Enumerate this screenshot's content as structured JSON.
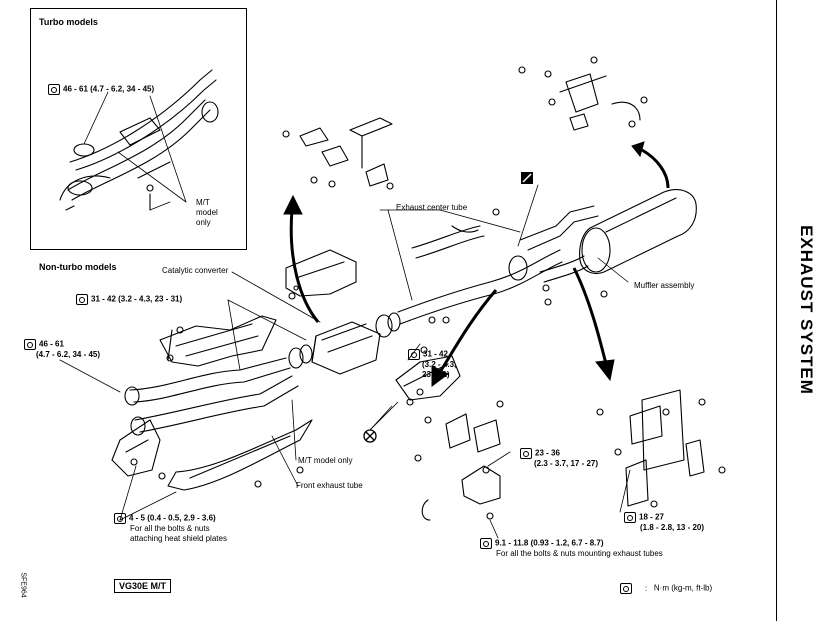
{
  "page_title": "EXHAUST SYSTEM",
  "page_code": "SFE964",
  "model_code": "VG30E M/T",
  "legend": {
    "unit": "N·m (kg-m, ft-lb)"
  },
  "turbo_box": {
    "title": "Turbo models",
    "torque": "46 - 61 (4.7 - 6.2, 34 - 45)",
    "note_line1": "M/T",
    "note_line2": "model",
    "note_line3": "only"
  },
  "nonturbo": {
    "title": "Non-turbo models"
  },
  "labels": {
    "catalytic_converter": "Catalytic converter",
    "exhaust_center_tube": "Exhaust center tube",
    "muffler_assembly": "Muffler assembly",
    "mt_model_only": "M/T model only",
    "front_exhaust_tube": "Front exhaust tube"
  },
  "torques": {
    "t31_42_left": "31 - 42 (3.2 - 4.3, 23 - 31)",
    "t46_61_line1": "46 - 61",
    "t46_61_line2": "(4.7 - 6.2, 34 - 45)",
    "t31_42_right_line1": "31 - 42",
    "t31_42_right_line2": "(3.2 - 4.3,",
    "t31_42_right_line3": "23 - 31)",
    "t4_5_line1": "4 - 5 (0.4 - 0.5, 2.9 - 3.6)",
    "t4_5_line2": "For all the bolts & nuts",
    "t4_5_line3": "attaching heat shield plates",
    "t23_36_line1": "23 - 36",
    "t23_36_line2": "(2.3 - 3.7, 17 - 27)",
    "t18_27_line1": "18 - 27",
    "t18_27_line2": "(1.8 - 2.8, 13 - 20)",
    "t9_line1": "9.1 - 11.8 (0.93 - 1.2, 6.7 - 8.7)",
    "t9_line2": "For all the bolts & nuts mounting exhaust tubes"
  }
}
